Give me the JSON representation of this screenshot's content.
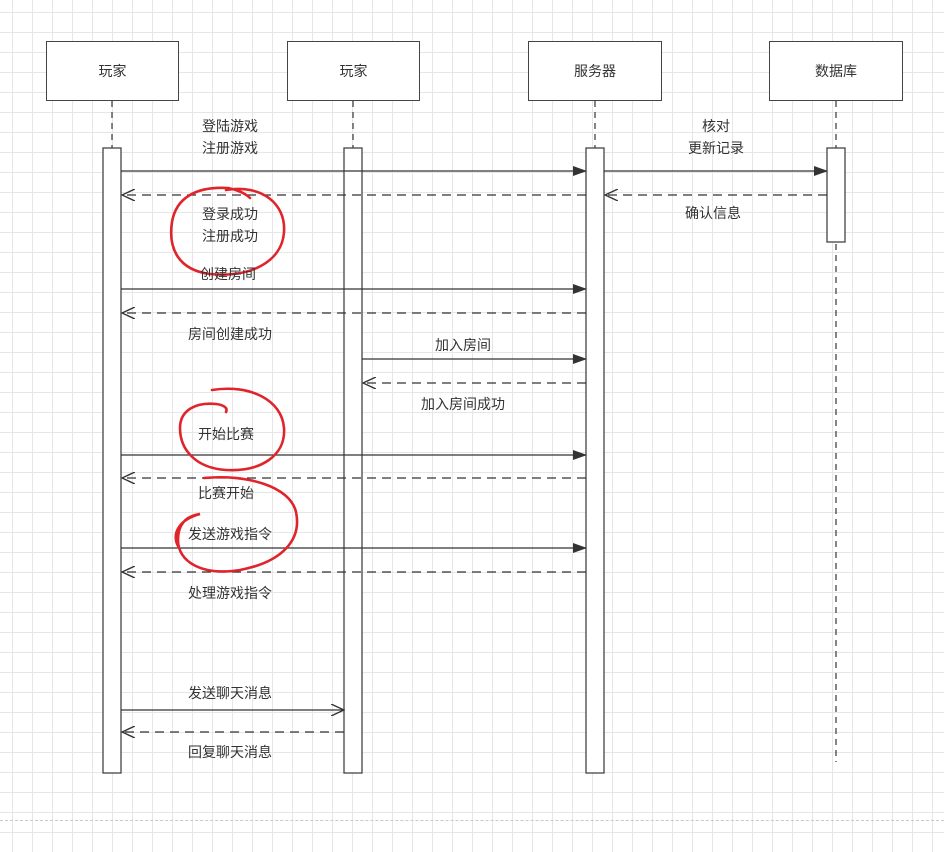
{
  "actors": [
    {
      "id": "player1",
      "label": "玩家"
    },
    {
      "id": "player2",
      "label": "玩家"
    },
    {
      "id": "server",
      "label": "服务器"
    },
    {
      "id": "database",
      "label": "数据库"
    }
  ],
  "messages": {
    "login_request": [
      "登陆游戏",
      "注册游戏"
    ],
    "db_request": [
      "核对",
      "更新记录"
    ],
    "db_response": "确认信息",
    "login_response": [
      "登录成功",
      "注册成功"
    ],
    "create_room": "创建房间",
    "create_room_response": "房间创建成功",
    "join_room": "加入房间",
    "join_room_response": "加入房间成功",
    "start_game": "开始比赛",
    "start_game_response": "比赛开始",
    "send_command": "发送游戏指令",
    "send_command_response": "处理游戏指令",
    "send_chat": "发送聊天消息",
    "send_chat_response": "回复聊天消息"
  },
  "colors": {
    "line": "#333333",
    "box_border": "#444444",
    "annotation": "#e0242b",
    "grid": "#e6e6e6"
  }
}
